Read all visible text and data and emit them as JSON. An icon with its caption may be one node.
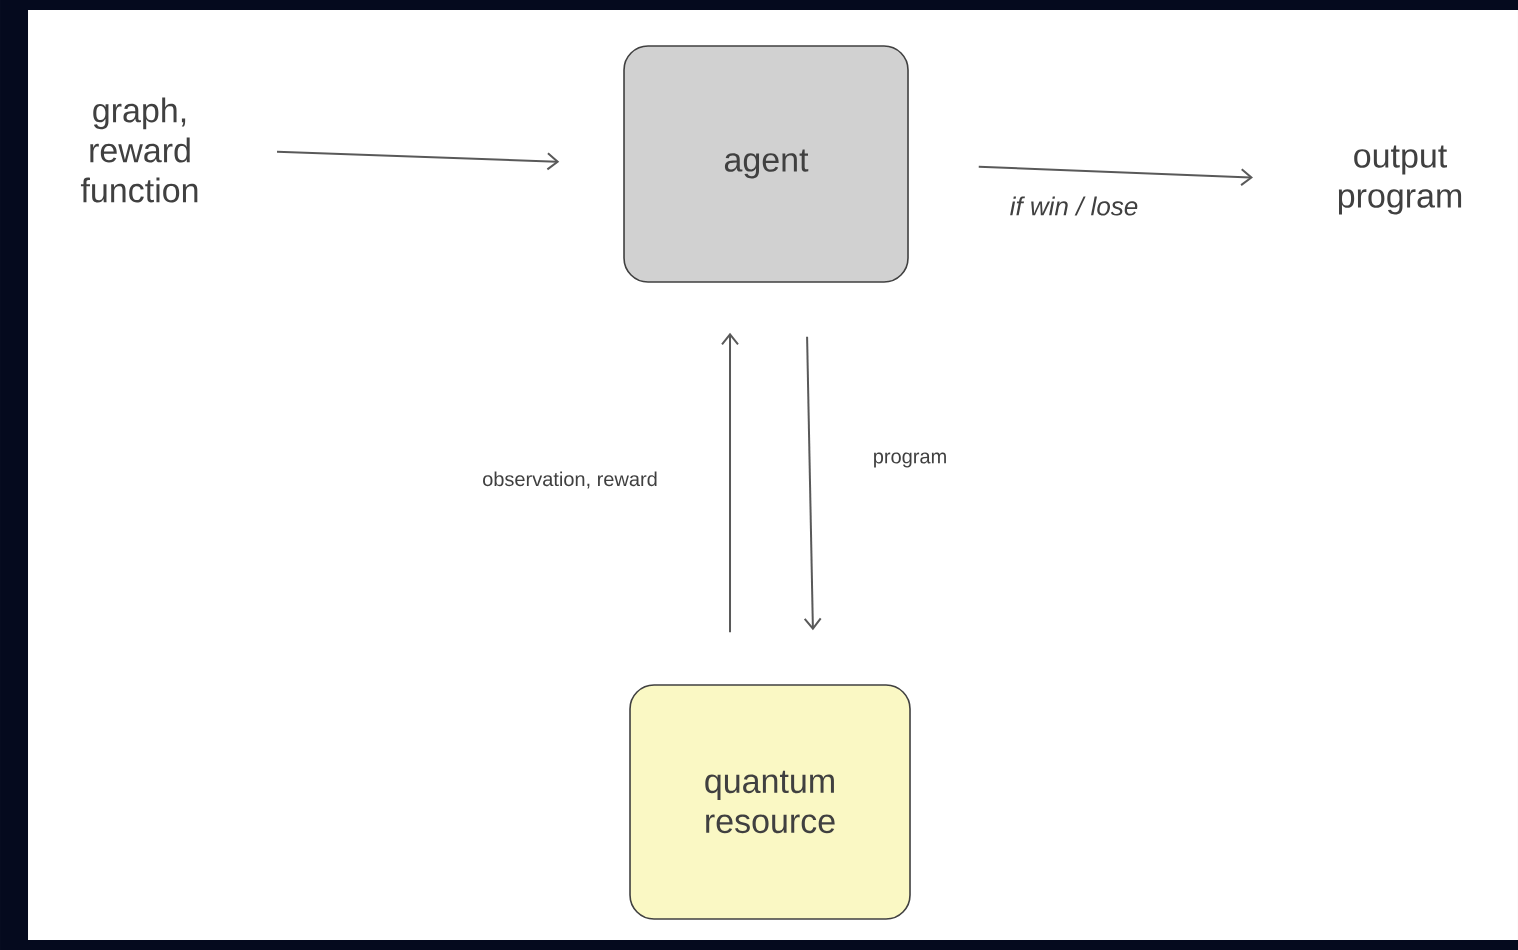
{
  "diagram": {
    "nodes": [
      {
        "text": [
          "graph, reward function"
        ]
      },
      {
        "text": [
          "agent"
        ]
      },
      {
        "text": [
          "output program"
        ]
      },
      {
        "text": [
          "quantum resource"
        ]
      }
    ],
    "edges": [
      {
        "from": 0,
        "to": 1,
        "arrow": "to"
      },
      {
        "from": 1,
        "to": 2,
        "arrow": "to",
        "label": "if win / lose"
      },
      {
        "from": 3,
        "to": 1,
        "arrow": "to",
        "label": "observation, reward"
      },
      {
        "from": 1,
        "to": 3,
        "arrow": "to",
        "label": "program"
      }
    ]
  }
}
